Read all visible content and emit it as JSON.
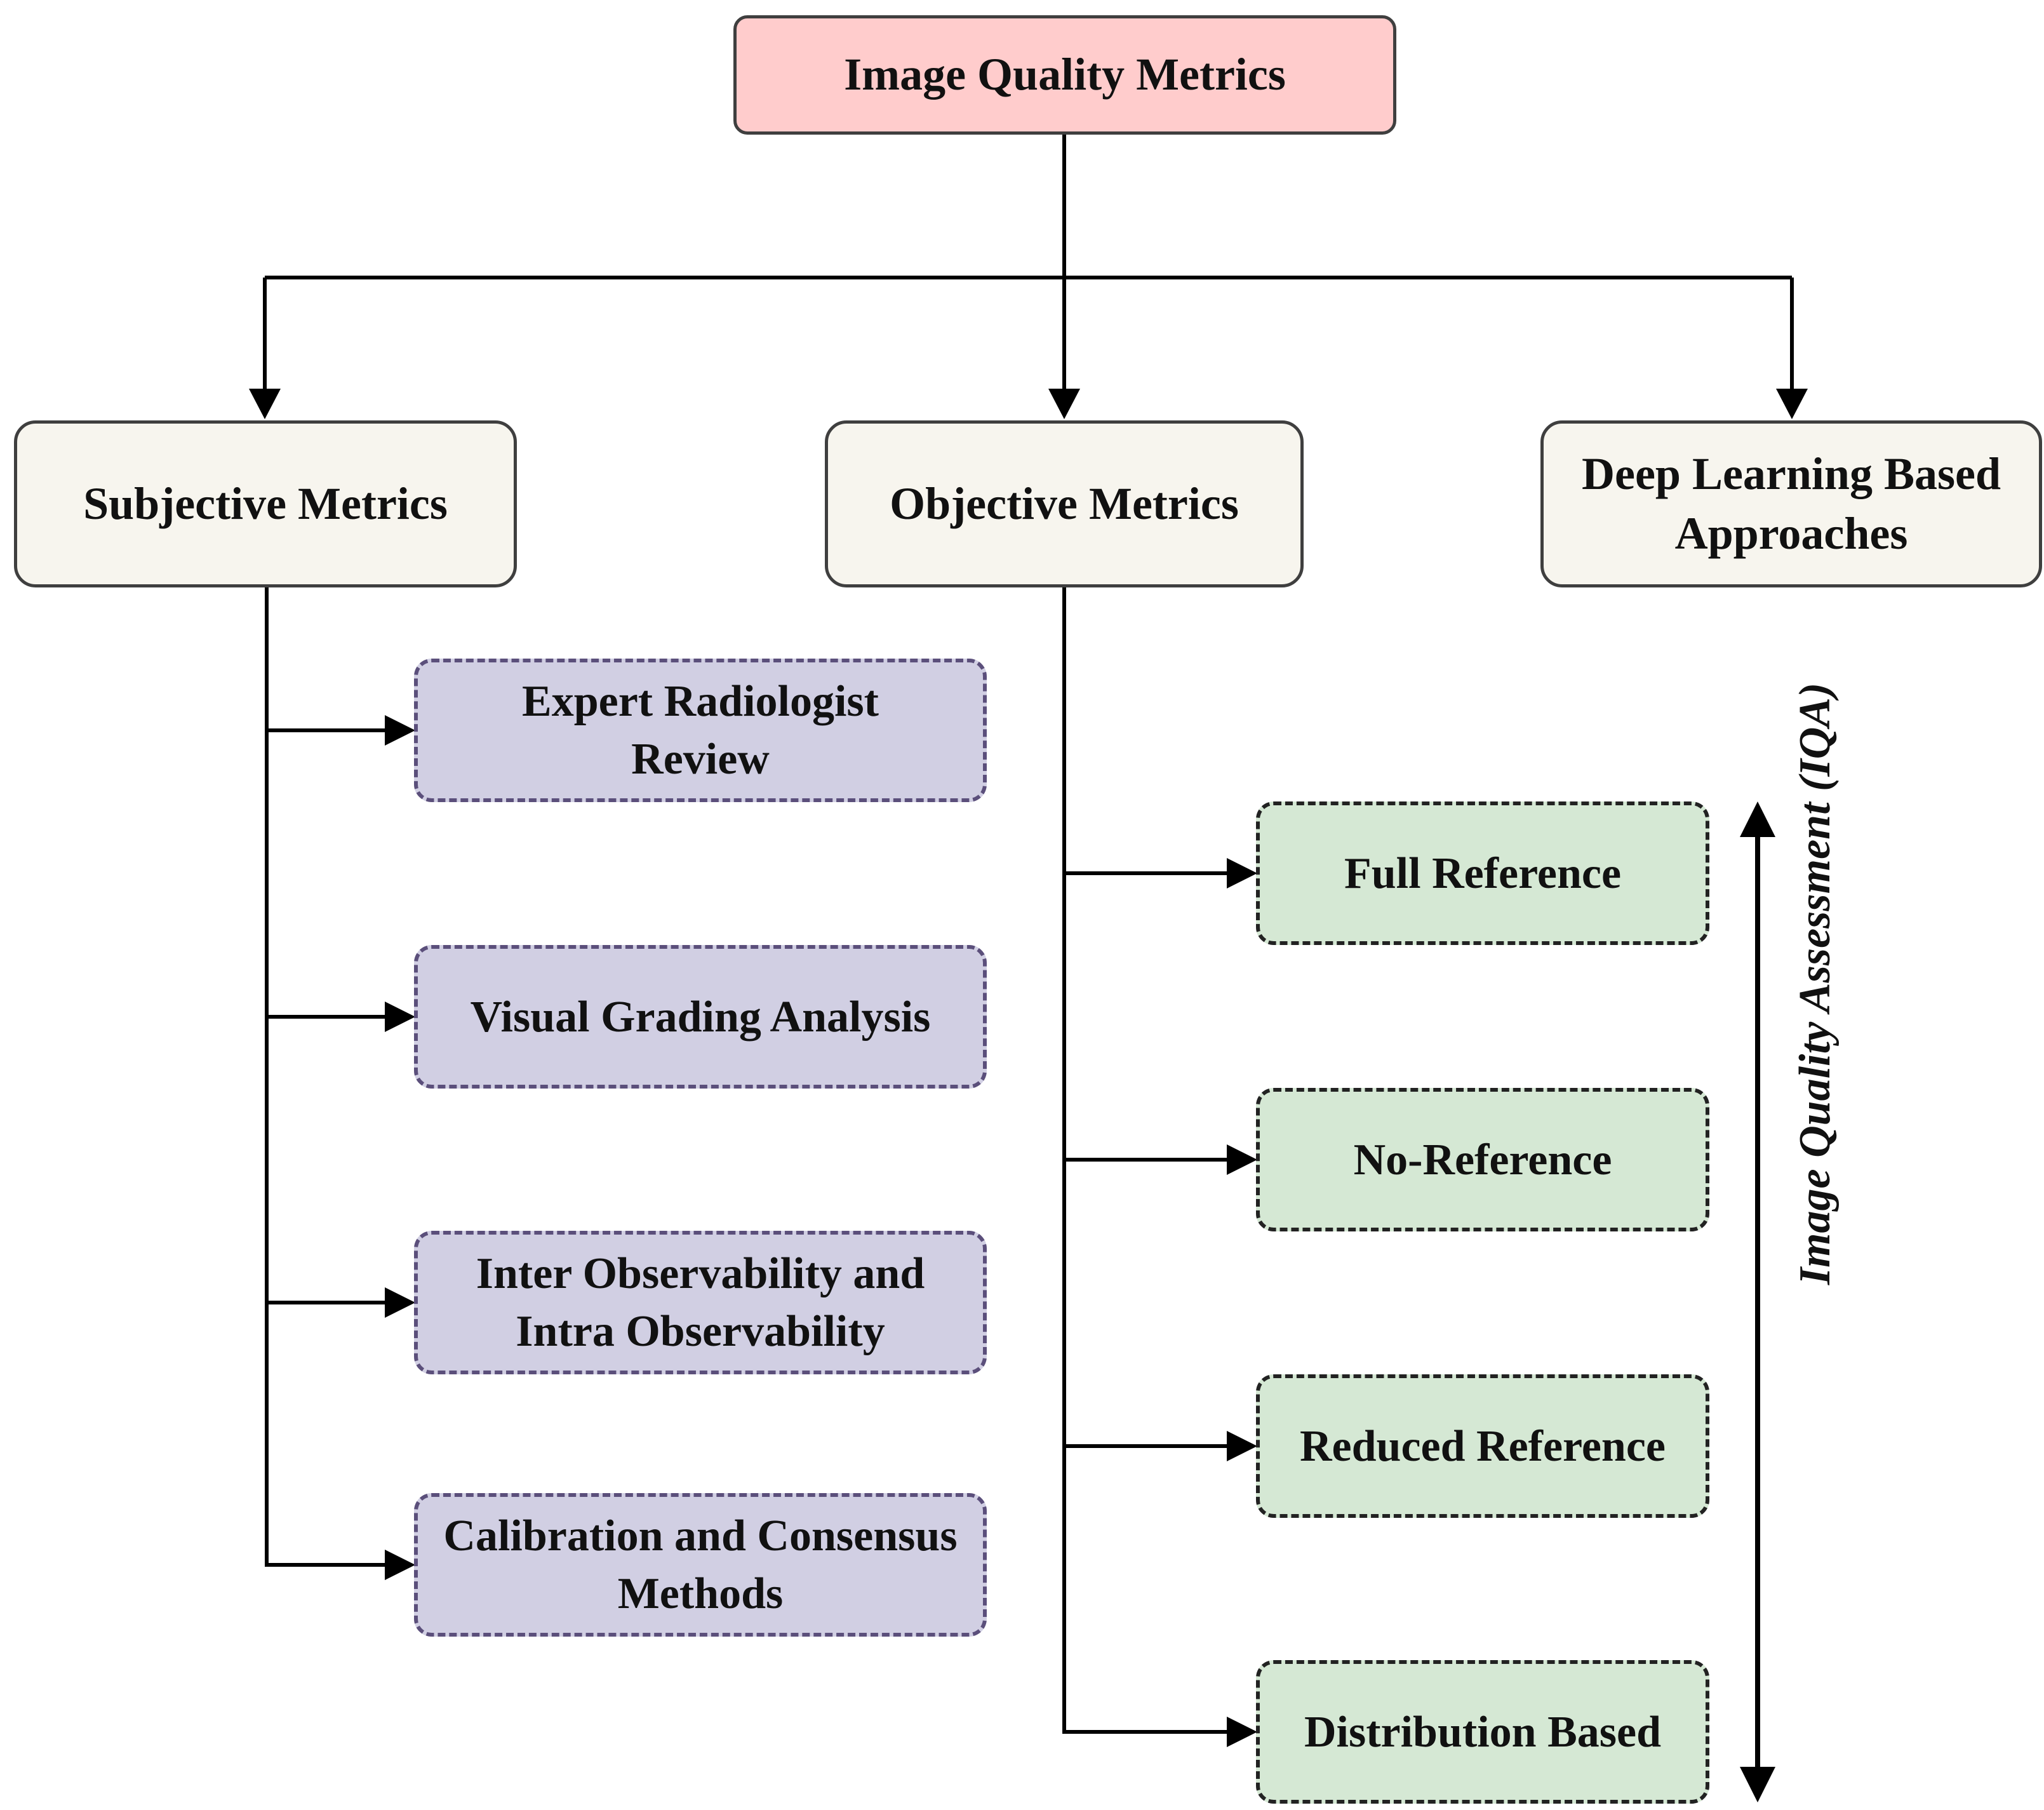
{
  "root": {
    "label": "Image Quality Metrics"
  },
  "categories": {
    "subjective": {
      "label": "Subjective Metrics"
    },
    "objective": {
      "label": "Objective Metrics"
    },
    "deep_learning": {
      "line1": "Deep Learning Based",
      "line2": "Approaches"
    }
  },
  "subjective_items": [
    {
      "line1": "Expert Radiologist",
      "line2": "Review"
    },
    {
      "line1": "Visual Grading Analysis",
      "line2": ""
    },
    {
      "line1": "Inter Observability and",
      "line2": "Intra Observability"
    },
    {
      "line1": "Calibration and Consensus",
      "line2": "Methods"
    }
  ],
  "objective_items": [
    {
      "label": "Full Reference"
    },
    {
      "label": "No-Reference"
    },
    {
      "label": "Reduced Reference"
    },
    {
      "label": "Distribution Based"
    }
  ],
  "axis_label": "Image Quality Assessment (IQA)",
  "colors": {
    "root_fill": "#ffcccc",
    "category_fill": "#f7f5ee",
    "subjective_fill": "#d1cfe3",
    "objective_fill": "#d5e8d4",
    "line": "#000000"
  }
}
